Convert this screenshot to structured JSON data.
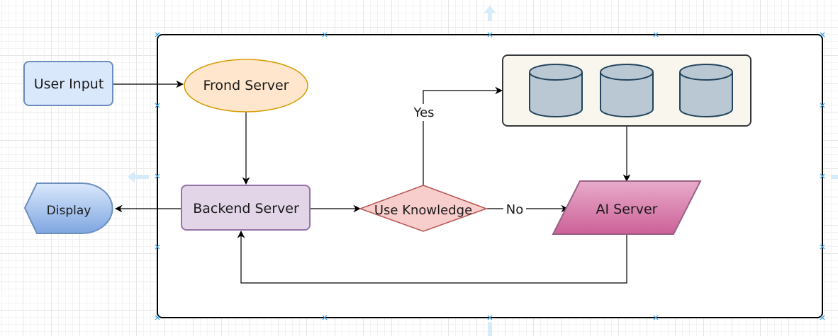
{
  "nodes": {
    "user_input": "User Input",
    "frond_server": "Frond Server",
    "backend_server": "Backend Server",
    "use_knowledge": "Use Knowledge",
    "ai_server": "AI Server",
    "display": "Display"
  },
  "edges": {
    "yes": "Yes",
    "no": "No"
  },
  "colors": {
    "container_border": "#000000",
    "user_input_fill": "#dae8fc",
    "user_input_stroke": "#6c8ebf",
    "frond_fill": "#ffe6cc",
    "frond_stroke": "#d79b00",
    "backend_fill": "#e1d5e7",
    "backend_stroke": "#9673a6",
    "decision_fill": "#f8cecc",
    "decision_stroke": "#b85450",
    "ai_fill_top": "#e6a6c6",
    "ai_fill_bottom": "#d06a9e",
    "ai_stroke": "#996185",
    "db_group_fill": "#f9f7ed",
    "db_group_stroke": "#36393d",
    "db_fill": "#bac8d3",
    "db_stroke": "#23445d",
    "display_top": "#dae8fc",
    "display_bottom": "#7ea6e0"
  }
}
